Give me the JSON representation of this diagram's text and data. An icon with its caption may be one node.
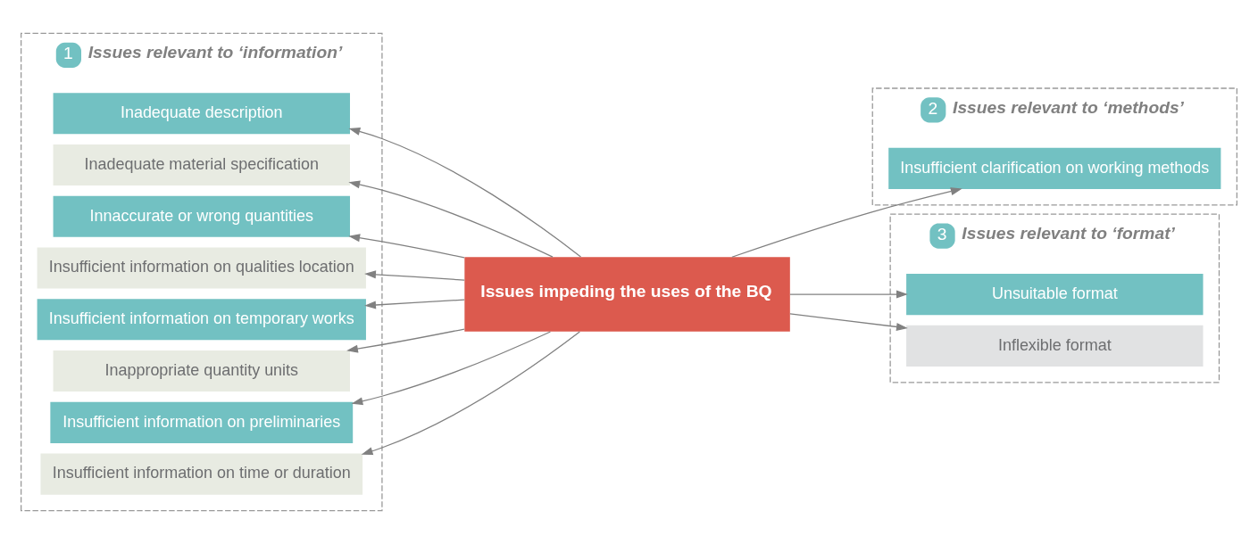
{
  "diagram": {
    "nodes": [
      {
        "text": [
          "1",
          "Issues relevant to ‘information’"
        ]
      },
      {
        "text": [
          "Inadequate description"
        ],
        "in": 0
      },
      {
        "text": [
          "Inadequate material specification"
        ],
        "in": 0
      },
      {
        "text": [
          "Innaccurate or wrong quantities"
        ],
        "in": 0
      },
      {
        "text": [
          "Insufficient information on qualities location"
        ],
        "in": 0
      },
      {
        "text": [
          "Insufficient information on temporary works"
        ],
        "in": 0
      },
      {
        "text": [
          "Inappropriate quantity units"
        ],
        "in": 0
      },
      {
        "text": [
          "Insufficient information on preliminaries"
        ],
        "in": 0
      },
      {
        "text": [
          "Insufficient information on time or duration"
        ],
        "in": 0
      },
      {
        "text": [
          "Issues impeding the uses of the BQ"
        ]
      },
      {
        "text": [
          "2",
          "Issues relevant to ‘methods’"
        ]
      },
      {
        "text": [
          "Insufficient clarification on working methods"
        ],
        "in": 10
      },
      {
        "text": [
          "3",
          "Issues relevant to ‘format’"
        ]
      },
      {
        "text": [
          "Unsuitable format"
        ],
        "in": 12
      },
      {
        "text": [
          "Inflexible format"
        ],
        "in": 12
      }
    ],
    "edges": [
      {
        "from": 9,
        "to": 1,
        "arrow": "to"
      },
      {
        "from": 9,
        "to": 2,
        "arrow": "to"
      },
      {
        "from": 9,
        "to": 3,
        "arrow": "to"
      },
      {
        "from": 9,
        "to": 4,
        "arrow": "to"
      },
      {
        "from": 9,
        "to": 5,
        "arrow": "to"
      },
      {
        "from": 9,
        "to": 6,
        "arrow": "to"
      },
      {
        "from": 9,
        "to": 7,
        "arrow": "to"
      },
      {
        "from": 9,
        "to": 8,
        "arrow": "to"
      },
      {
        "from": 9,
        "to": 11,
        "arrow": "to"
      },
      {
        "from": 9,
        "to": 13,
        "arrow": "to"
      },
      {
        "from": 9,
        "to": 14,
        "arrow": "to"
      }
    ]
  }
}
